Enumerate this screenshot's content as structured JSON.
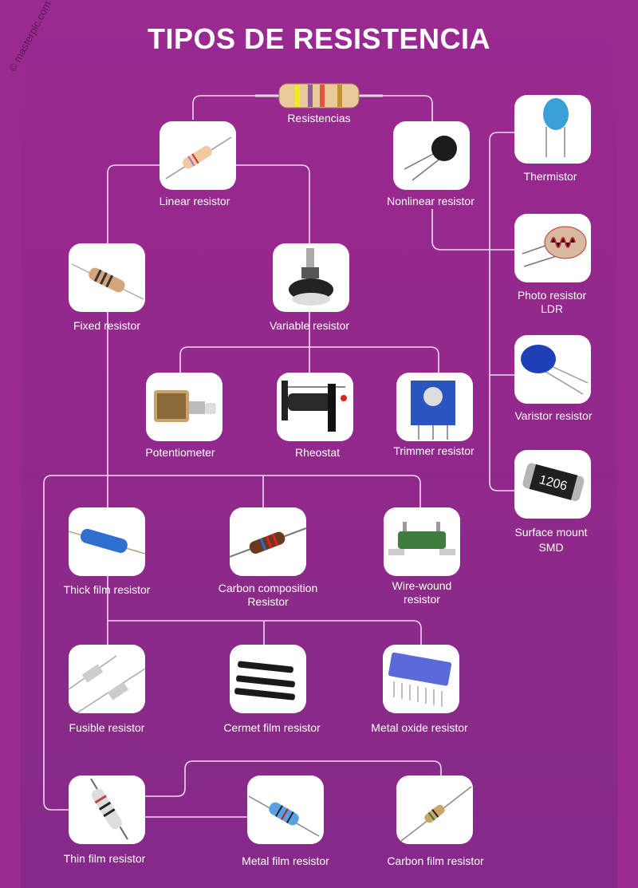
{
  "title": "TIPOS DE RESISTENCIA",
  "watermark": "© masterplc.com",
  "colors": {
    "background": "#9b2a8e",
    "panel": "#93288c",
    "line": "#ffffff",
    "card": "#ffffff",
    "text": "#ffffff"
  },
  "root": {
    "label": "Resistencias"
  },
  "nodes": {
    "linear": {
      "label": "Linear resistor"
    },
    "nonlinear": {
      "label": "Nonlinear resistor"
    },
    "thermistor": {
      "label": "Thermistor"
    },
    "photo": {
      "label_line1": "Photo resistor",
      "label_line2": "LDR"
    },
    "varistor": {
      "label": "Varistor resistor"
    },
    "smd": {
      "label_line1": "Surface mount",
      "label_line2": "SMD",
      "chip_text": "1206"
    },
    "fixed": {
      "label": "Fixed resistor"
    },
    "variable": {
      "label": "Variable resistor"
    },
    "potentiometer": {
      "label": "Potentiometer"
    },
    "rheostat": {
      "label": "Rheostat"
    },
    "trimmer": {
      "label": "Trimmer  resistor"
    },
    "thick": {
      "label": "Thick film resistor"
    },
    "carbon_comp": {
      "label_line1": "Carbon composition",
      "label_line2": "Resistor"
    },
    "wirewound": {
      "label_line1": "Wire-wound",
      "label_line2": "resistor"
    },
    "fusible": {
      "label": "Fusible resistor"
    },
    "cermet": {
      "label": "Cermet film resistor"
    },
    "metal_oxide": {
      "label": "Metal oxide resistor"
    },
    "thin": {
      "label": "Thin film resistor"
    },
    "metal_film": {
      "label": "Metal film resistor"
    },
    "carbon_film": {
      "label": "Carbon film resistor"
    }
  }
}
